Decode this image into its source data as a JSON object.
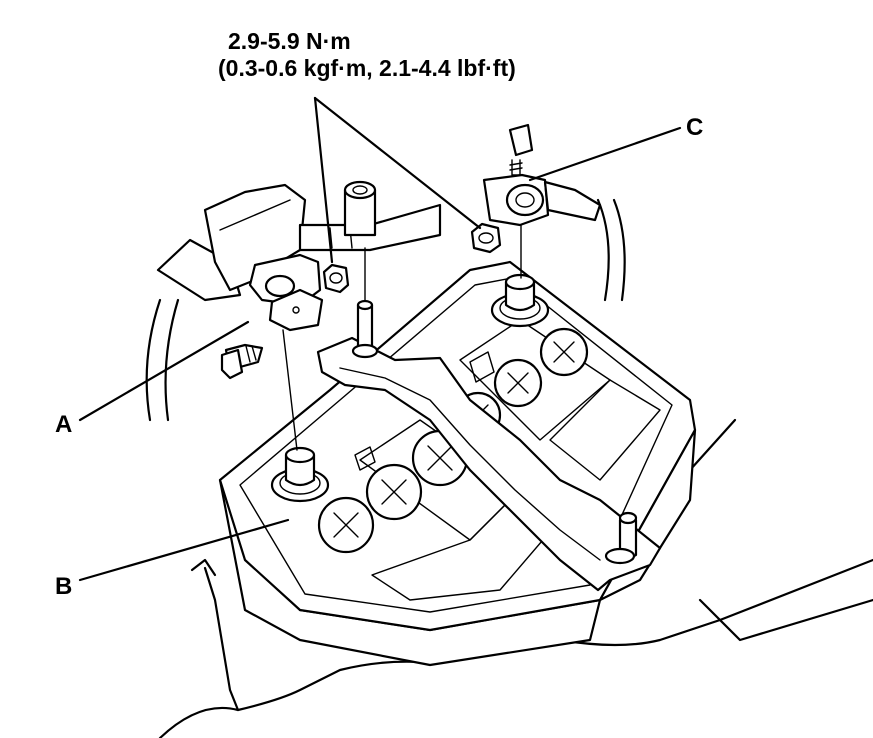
{
  "torque_spec": {
    "line1": "2.9-5.9 N·m",
    "line2": "(0.3-0.6 kgf·m, 2.1-4.4 lbf·ft)"
  },
  "callouts": {
    "a": "A",
    "b": "B",
    "c": "C"
  }
}
